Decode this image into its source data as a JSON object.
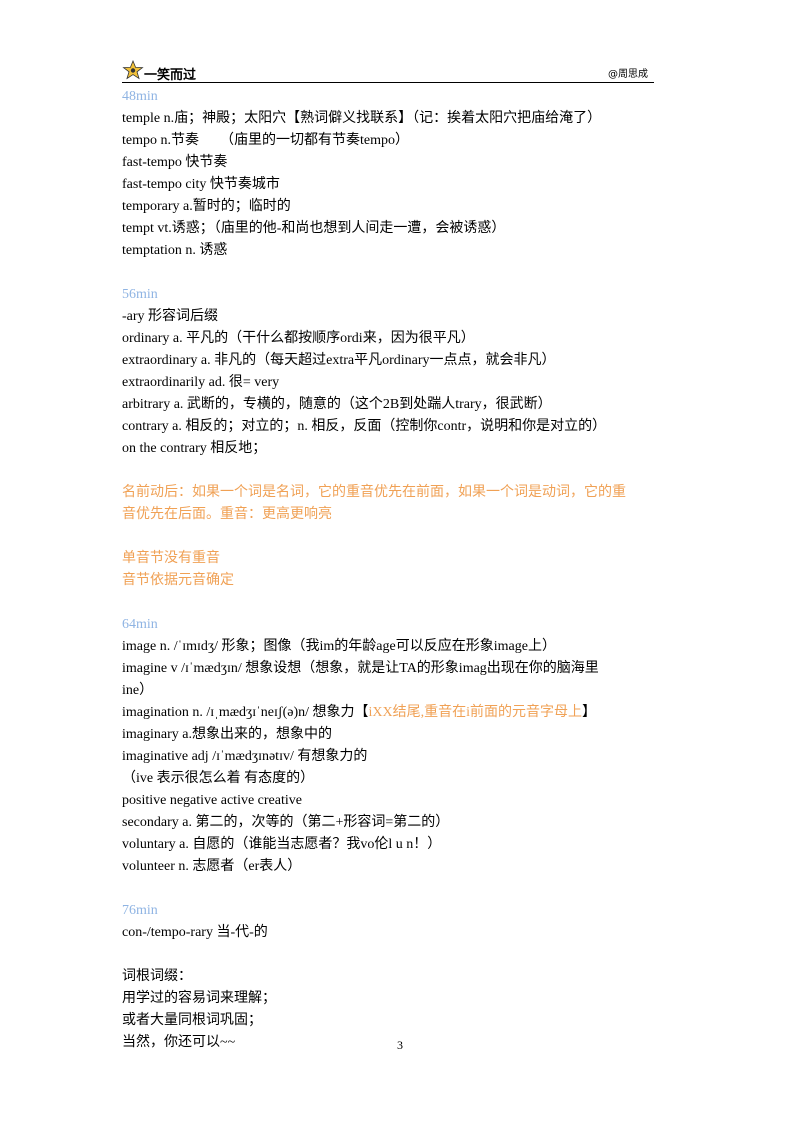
{
  "header": {
    "brand": "一笑而过",
    "author": "@周思成"
  },
  "sections": [
    {
      "time": "48min",
      "lines": [
        [
          {
            "t": "temple n.庙；神殿；太阳穴【熟词僻义找联系】（记：挨着太阳穴把庙给淹了）"
          }
        ],
        [
          {
            "t": "tempo n.节奏　　（庙里的一切都有节奏tempo）"
          }
        ],
        [
          {
            "t": "fast-tempo 快节奏"
          }
        ],
        [
          {
            "t": "fast-tempo city 快节奏城市"
          }
        ],
        [
          {
            "t": "temporary a.暂时的；临时的"
          }
        ],
        [
          {
            "t": "tempt vt.诱惑；（庙里的他-和尚也想到人间走一遭，会被诱惑）"
          }
        ],
        [
          {
            "t": "temptation n. 诱惑"
          }
        ]
      ]
    },
    {
      "time": "56min",
      "lines": [
        [
          {
            "t": "-ary 形容词后缀"
          }
        ],
        [
          {
            "t": "ordinary a. 平凡的（干什么都按顺序ordi来，因为很平凡）"
          }
        ],
        [
          {
            "t": "extraordinary a. 非凡的（每天超过extra平凡ordinary一点点，就会非凡）"
          }
        ],
        [
          {
            "t": "extraordinarily ad. 很= very"
          }
        ],
        [
          {
            "t": "arbitrary a. 武断的，专横的，随意的（这个2B到处踹人trary，很武断）"
          }
        ],
        [
          {
            "t": "contrary a. 相反的；对立的；n. 相反，反面（控制你contr，说明和你是对立的）"
          }
        ],
        [
          {
            "t": "on the contrary  相反地；"
          }
        ]
      ]
    },
    {
      "lines": [
        [
          {
            "t": "名前动后：如果一个词是名词，它的重音优先在前面，如果一个词是动词，它的重",
            "c": "orange"
          }
        ],
        [
          {
            "t": "音优先在后面。重音：更高更响亮",
            "c": "orange"
          }
        ]
      ]
    },
    {
      "lines": [
        [
          {
            "t": "单音节没有重音",
            "c": "orange"
          }
        ],
        [
          {
            "t": "音节依据元音确定",
            "c": "orange"
          }
        ]
      ]
    },
    {
      "time": "64min",
      "lines": [
        [
          {
            "t": "image n. /ˈɪmɪdʒ/ 形象；图像（我im的年龄age可以反应在形象image上）"
          }
        ],
        [
          {
            "t": "imagine v /ɪˈmædʒɪn/ 想象设想（想象，就是让TA的形象imag出现在你的脑海里"
          }
        ],
        [
          {
            "t": "ine）"
          }
        ],
        [
          {
            "t": "imagination n. /ɪˌmædʒɪˈneɪʃ(ə)n/ 想象力【"
          },
          {
            "t": "iXX结尾,重音在i前面的元音字母上",
            "c": "orange"
          },
          {
            "t": "】"
          }
        ],
        [
          {
            "t": "imaginary a.想象出来的，想象中的"
          }
        ],
        [
          {
            "t": "imaginative adj /ɪˈmædʒɪnətɪv/ 有想象力的"
          }
        ],
        [
          {
            "t": "（ive 表示很怎么着 有态度的）"
          }
        ],
        [
          {
            "t": "positive negative active creative"
          }
        ],
        [
          {
            "t": "secondary a. 第二的，次等的（第二+形容词=第二的）"
          }
        ],
        [
          {
            "t": "voluntary a. 自愿的（谁能当志愿者？我vo伦l u n！）"
          }
        ],
        [
          {
            "t": "volunteer n. 志愿者（er表人）"
          }
        ]
      ]
    },
    {
      "time": "76min",
      "lines": [
        [
          {
            "t": "con-/tempo-rary 当-代-的"
          }
        ]
      ]
    },
    {
      "lines": [
        [
          {
            "t": "词根词缀："
          }
        ],
        [
          {
            "t": "用学过的容易词来理解；"
          }
        ],
        [
          {
            "t": "或者大量同根词巩固；"
          }
        ],
        [
          {
            "t": "当然，你还可以~~"
          }
        ]
      ]
    }
  ],
  "page_number": "3"
}
